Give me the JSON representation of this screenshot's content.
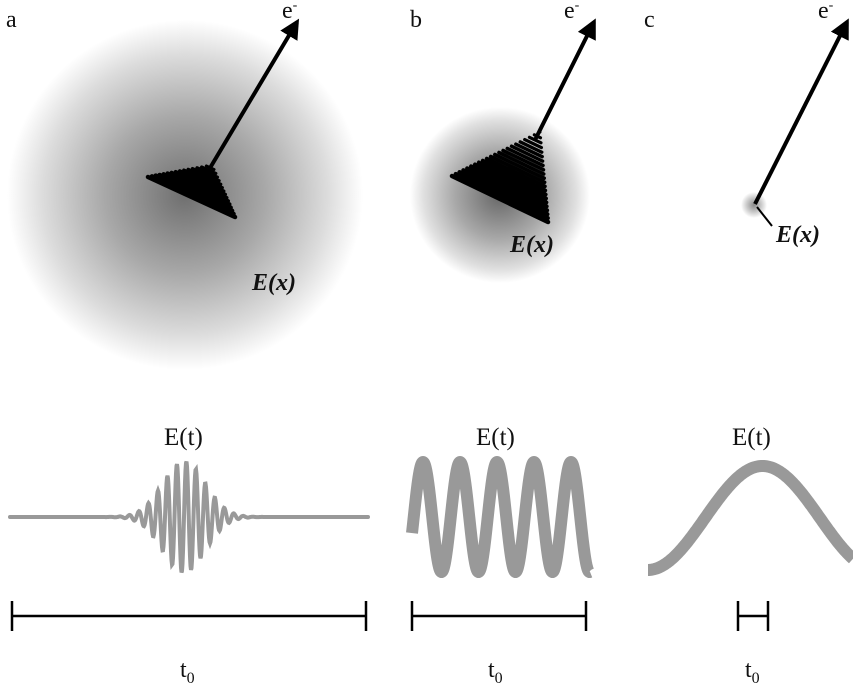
{
  "panels": [
    {
      "id": "a",
      "label": "a",
      "electron": "e",
      "electron_sup": "-",
      "field_x": "E(x)",
      "field_t": "E(t)",
      "time_label": "t",
      "time_sub": "0"
    },
    {
      "id": "b",
      "label": "b",
      "electron": "e",
      "electron_sup": "-",
      "field_x": "E(x)",
      "field_t": "E(t)",
      "time_label": "t",
      "time_sub": "0"
    },
    {
      "id": "c",
      "label": "c",
      "electron": "e",
      "electron_sup": "-",
      "field_x": "E(x)",
      "field_t": "E(t)",
      "time_label": "t",
      "time_sub": "0"
    }
  ],
  "colors": {
    "ink": "#000000",
    "cloud_center": "#6f6f6f",
    "waveform": "#999999"
  }
}
